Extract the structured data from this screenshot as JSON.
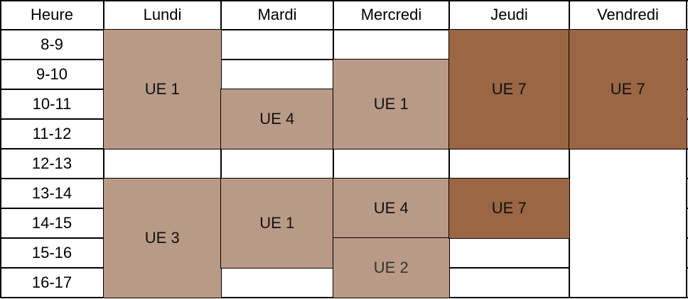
{
  "table": {
    "header": {
      "hour_label": "Heure",
      "days": [
        "Lundi",
        "Mardi",
        "Mercredi",
        "Jeudi",
        "Vendredi"
      ]
    },
    "hours": [
      "8-9",
      "9-10",
      "10-11",
      "11-12",
      "12-13",
      "13-14",
      "14-15",
      "15-16",
      "16-17"
    ],
    "sessions": [
      {
        "day": "Lundi",
        "from": "8-9",
        "to": "11-12",
        "label": "UE 1",
        "shade": "light"
      },
      {
        "day": "Mardi",
        "from": "10-11",
        "to": "11-12",
        "label": "UE 4",
        "shade": "light"
      },
      {
        "day": "Mercredi",
        "from": "9-10",
        "to": "11-12",
        "label": "UE 1",
        "shade": "light"
      },
      {
        "day": "Jeudi",
        "from": "8-9",
        "to": "11-12",
        "label": "UE 7",
        "shade": "dark"
      },
      {
        "day": "Vendredi",
        "from": "8-9",
        "to": "11-12",
        "label": "UE 7",
        "shade": "dark"
      },
      {
        "day": "Lundi",
        "from": "13-14",
        "to": "16-17",
        "label": "UE 3",
        "shade": "light"
      },
      {
        "day": "Mardi",
        "from": "13-14",
        "to": "15-16",
        "label": "UE 1",
        "shade": "light"
      },
      {
        "day": "Mercredi",
        "from": "13-14",
        "to": "14-15",
        "label": "UE 4",
        "shade": "light"
      },
      {
        "day": "Mercredi",
        "from": "15-16",
        "to": "16-17",
        "label": "UE 2",
        "shade": "light"
      },
      {
        "day": "Jeudi",
        "from": "13-14",
        "to": "14-15",
        "label": "UE 7",
        "shade": "dark"
      }
    ]
  },
  "colors": {
    "light_block": "#b99a86",
    "dark_block": "#9a6644",
    "grid_line": "#000000",
    "background": "#ffffff"
  }
}
